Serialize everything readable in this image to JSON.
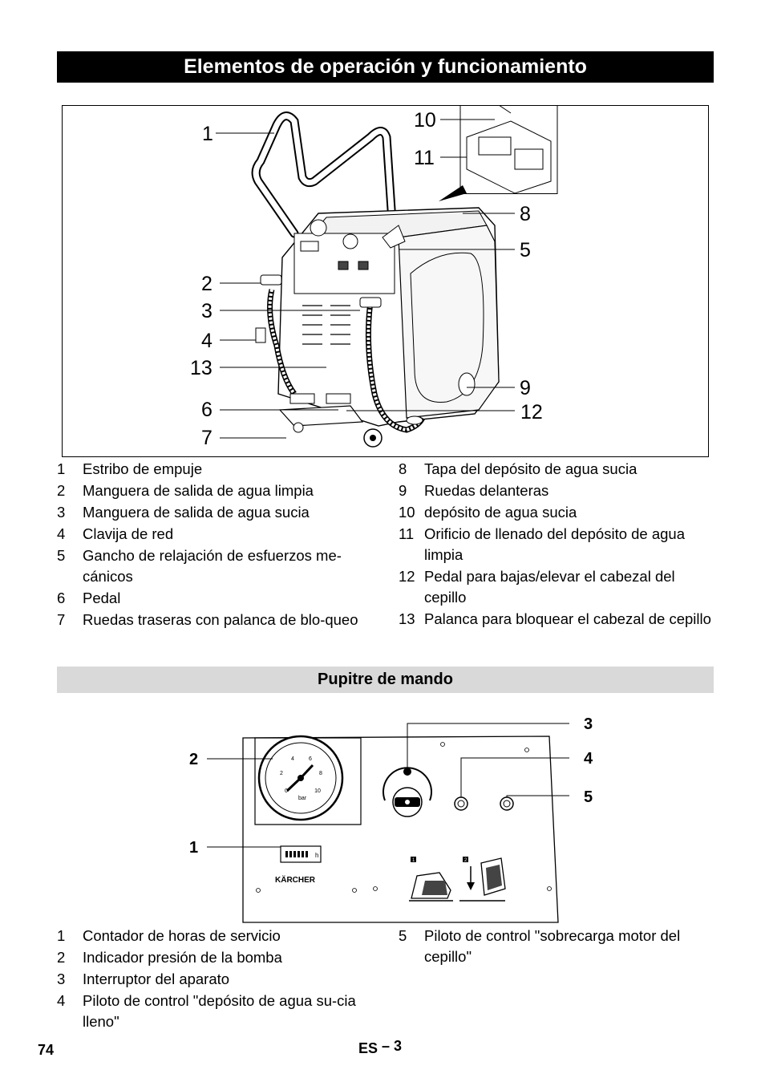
{
  "page_title": "Elementos de operación y funcionamiento",
  "figure1": {
    "callouts": [
      "1",
      "2",
      "3",
      "4",
      "13",
      "6",
      "7",
      "10",
      "11",
      "8",
      "5",
      "9",
      "12"
    ]
  },
  "legend1": {
    "left": [
      {
        "num": "1",
        "text": "Estribo de empuje"
      },
      {
        "num": "2",
        "text": "Manguera de salida de agua limpia"
      },
      {
        "num": "3",
        "text": "Manguera de salida de agua sucia"
      },
      {
        "num": "4",
        "text": "Clavija de red"
      },
      {
        "num": "5",
        "text": "Gancho de relajación de esfuerzos me-cánicos"
      },
      {
        "num": "6",
        "text": "Pedal"
      },
      {
        "num": "7",
        "text": "Ruedas traseras con palanca de blo-queo"
      }
    ],
    "right": [
      {
        "num": "8",
        "text": "Tapa del depósito de agua sucia"
      },
      {
        "num": "9",
        "text": "Ruedas delanteras"
      },
      {
        "num": "10",
        "text": "depósito de agua sucia"
      },
      {
        "num": "11",
        "text": "Orificio de llenado del depósito de agua limpia"
      },
      {
        "num": "12",
        "text": "Pedal para bajas/elevar el cabezal del cepillo"
      },
      {
        "num": "13",
        "text": "Palanca para bloquear el cabezal de cepillo"
      }
    ]
  },
  "section_title": "Pupitre de mando",
  "figure2": {
    "callouts": [
      "2",
      "1",
      "3",
      "4",
      "5"
    ],
    "gauge_unit": "bar",
    "gauge_ticks": [
      "0",
      "2",
      "4",
      "6",
      "8",
      "10"
    ],
    "brand": "KÄRCHER",
    "counter_unit": "h",
    "step_labels": [
      "1",
      "2"
    ]
  },
  "legend2": {
    "left": [
      {
        "num": "1",
        "text": "Contador de horas de servicio"
      },
      {
        "num": "2",
        "text": "Indicador presión de la bomba"
      },
      {
        "num": "3",
        "text": "Interruptor del aparato"
      },
      {
        "num": "4",
        "text": "Piloto de control \"depósito de agua su-cia lleno\""
      }
    ],
    "right": [
      {
        "num": "5",
        "text": "Piloto de control \"sobrecarga motor del cepillo\""
      }
    ]
  },
  "footer": {
    "page_number": "74",
    "lang": "ES",
    "section": "– 3"
  }
}
